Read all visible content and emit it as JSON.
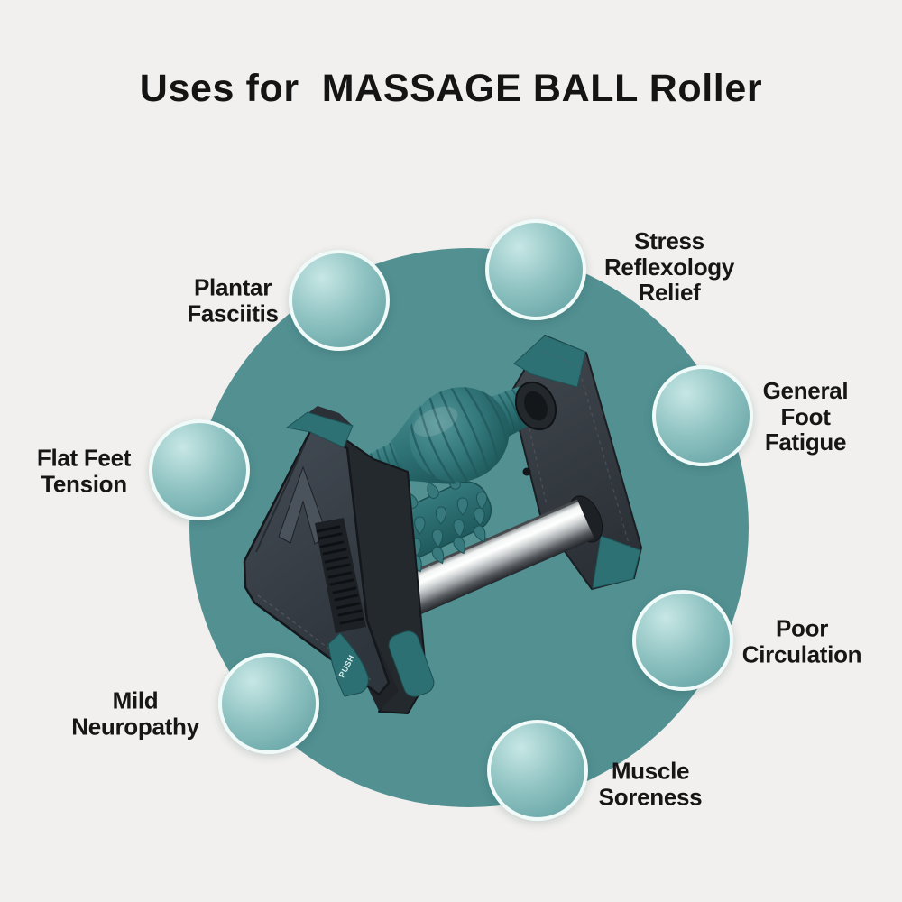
{
  "title": "Uses for  MASSAGE BALL Roller",
  "product": {
    "name": "massage-ball-roller",
    "push_label": "PUSH"
  },
  "palette": {
    "background": "#f1f0ee",
    "stage_circle": "#529092",
    "bubble_light": "#c7e7e5",
    "bubble_mid": "#8fc3c2",
    "bubble_dark": "#5d9b9e",
    "bubble_ring": "#f0faf8",
    "label_text": "#161616",
    "product_dark": "#353b42",
    "product_teal": "#2c7073",
    "chrome_light": "#f4f5f5",
    "chrome_dark": "#24282b"
  },
  "uses": [
    {
      "id": "plantar-fasciitis",
      "label": "Plantar\nFasciitis"
    },
    {
      "id": "stress-reflexology-relief",
      "label": "Stress\nReflexology\nRelief"
    },
    {
      "id": "general-foot-fatigue",
      "label": "General\nFoot\nFatigue"
    },
    {
      "id": "poor-circulation",
      "label": "Poor\nCirculation"
    },
    {
      "id": "muscle-soreness",
      "label": "Muscle\nSoreness"
    },
    {
      "id": "mild-neuropathy",
      "label": "Mild\nNeuropathy"
    },
    {
      "id": "flat-feet-tension",
      "label": "Flat Feet\nTension"
    }
  ]
}
